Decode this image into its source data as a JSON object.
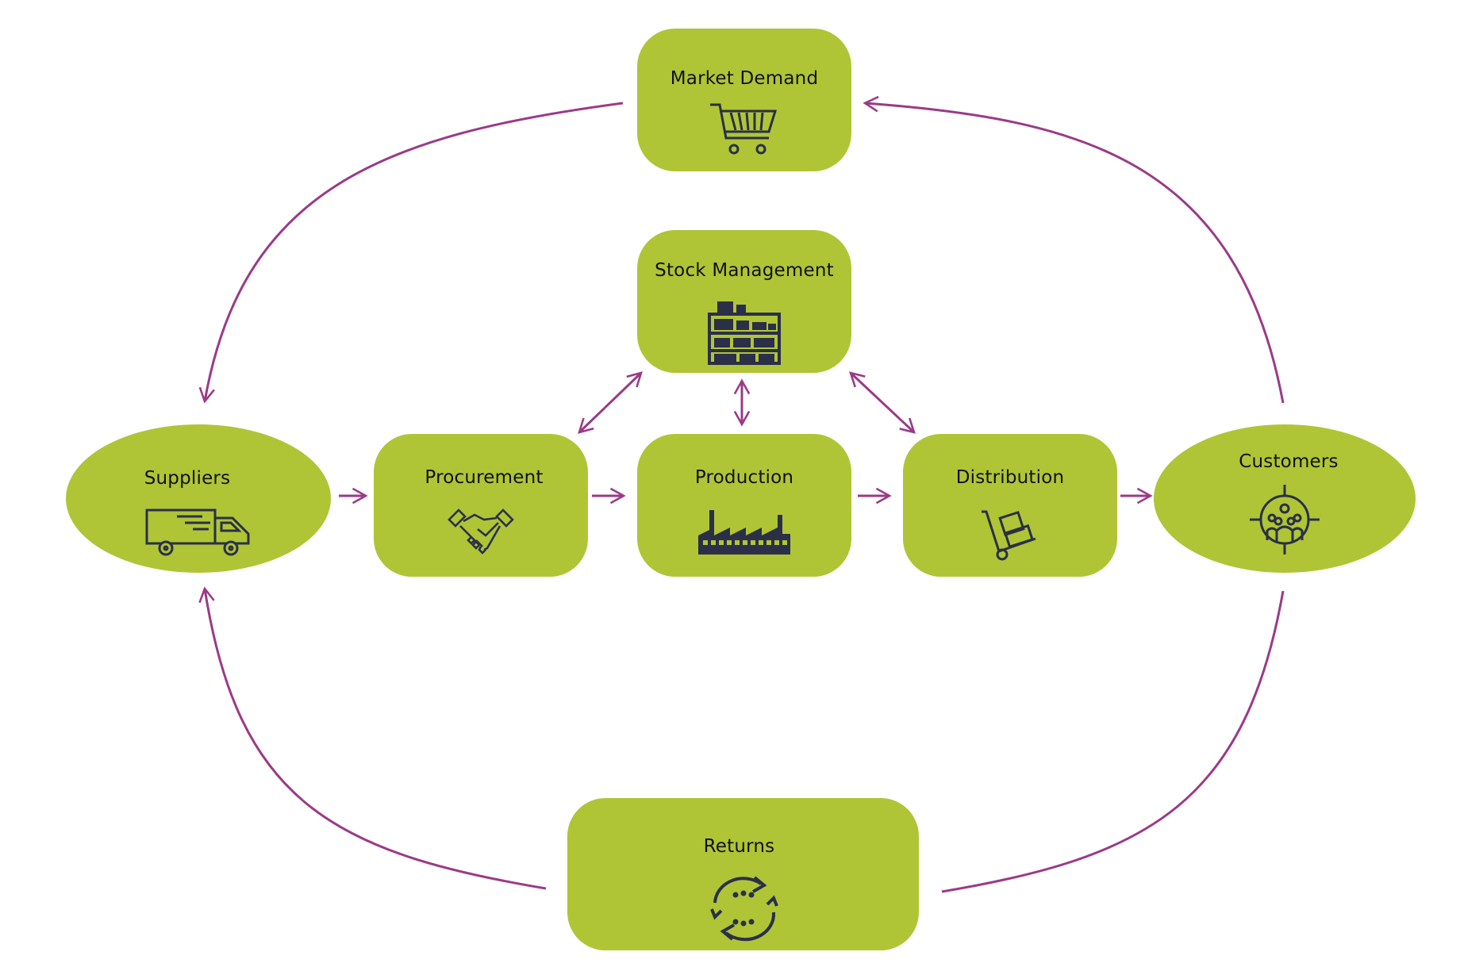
{
  "diagram": {
    "nodes": {
      "market_demand": {
        "label": "Market Demand",
        "icon": "shopping-cart-icon"
      },
      "stock_management": {
        "label": "Stock Management",
        "icon": "warehouse-shelf-icon"
      },
      "suppliers": {
        "label": "Suppliers",
        "icon": "delivery-truck-icon"
      },
      "procurement": {
        "label": "Procurement",
        "icon": "handshake-icon"
      },
      "production": {
        "label": "Production",
        "icon": "factory-icon"
      },
      "distribution": {
        "label": "Distribution",
        "icon": "hand-truck-icon"
      },
      "customers": {
        "label": "Customers",
        "icon": "target-customers-icon"
      },
      "returns": {
        "label": "Returns",
        "icon": "recycle-arrows-icon"
      }
    },
    "edges": [
      {
        "from": "Market Demand",
        "to": "Suppliers"
      },
      {
        "from": "Customers",
        "to": "Market Demand"
      },
      {
        "from": "Suppliers",
        "to": "Procurement"
      },
      {
        "from": "Procurement",
        "to": "Production"
      },
      {
        "from": "Production",
        "to": "Distribution"
      },
      {
        "from": "Distribution",
        "to": "Customers"
      },
      {
        "from": "Stock Management",
        "to": "Procurement",
        "bidirectional": true
      },
      {
        "from": "Stock Management",
        "to": "Production",
        "bidirectional": true
      },
      {
        "from": "Stock Management",
        "to": "Distribution",
        "bidirectional": true
      },
      {
        "from": "Customers",
        "to": "Returns"
      },
      {
        "from": "Returns",
        "to": "Suppliers"
      }
    ],
    "colors": {
      "node_fill": "#afc536",
      "arrow": "#9b3a86",
      "icon": "#2b2f48",
      "text": "#111111"
    }
  }
}
